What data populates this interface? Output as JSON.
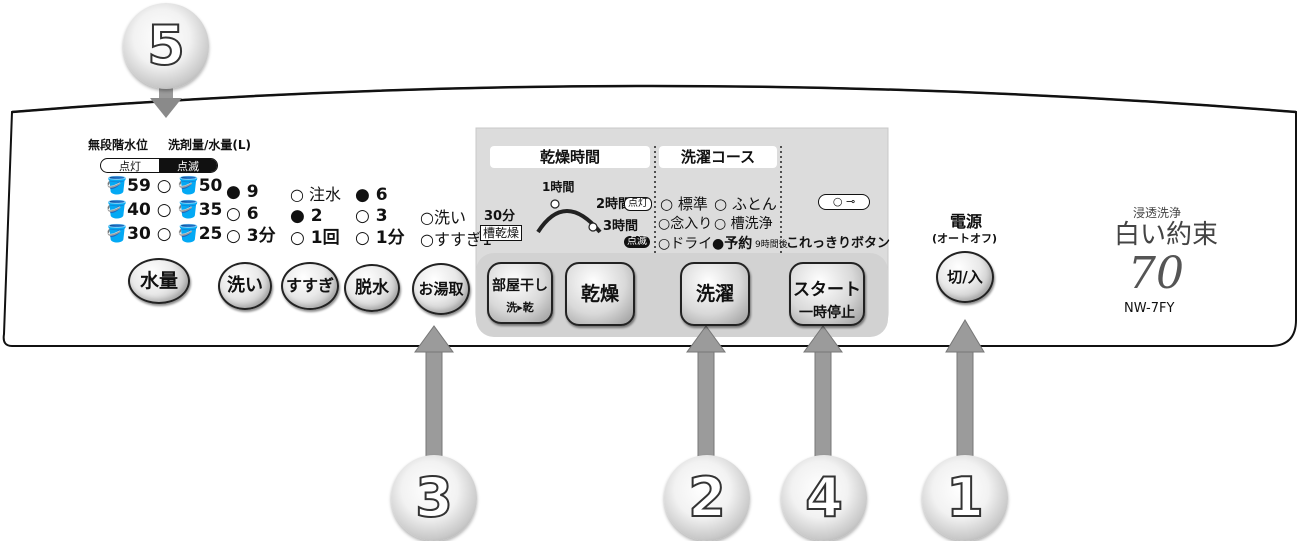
{
  "panel": {
    "water_level_mode": "無段階水位",
    "detergent_water": "洗剤量/水量(L)",
    "lamp_on": "点灯",
    "lamp_blink": "点滅",
    "water_levels": [
      "59",
      "50",
      "40",
      "35",
      "30",
      "25"
    ],
    "wash_options": [
      "9",
      "6",
      "3分"
    ],
    "rinse_options": [
      "注水",
      "2",
      "1回"
    ],
    "spin_options": [
      "6",
      "3",
      "1分"
    ],
    "hot_water_options": [
      "○洗い",
      "○すすぎ1"
    ]
  },
  "buttons": {
    "water_amount": "水量",
    "wash": "洗い",
    "rinse": "すすぎ",
    "spin": "脱水",
    "hot_water": "お湯取",
    "room_dry_line1": "部屋干し",
    "room_dry_line2": "洗▸乾",
    "dry": "乾燥",
    "wash_course": "洗濯",
    "start_line1": "スタート",
    "start_line2": "一時停止",
    "power": "切/入"
  },
  "dry_time": {
    "header": "乾燥時間",
    "t30": "30分",
    "tub_dry": "槽乾燥",
    "t1": "1時間",
    "t2": "2時間",
    "t2_badge": "点灯",
    "t3": "3時間",
    "t3_badge": "点滅"
  },
  "course": {
    "header": "洗濯コース",
    "items": [
      "○ 標準",
      "○ ふとん",
      "○念入り",
      "○ 槽洗浄",
      "○ドライ",
      "●予約",
      "9時間後"
    ]
  },
  "lock": {
    "label": "これっきりボタン"
  },
  "power": {
    "label": "電源",
    "sub": "(オートオフ)"
  },
  "brand": {
    "sub": "浸透洗浄",
    "name": "白い約束",
    "num": "70",
    "model": "NW-7FY"
  },
  "callouts": [
    "5",
    "3",
    "2",
    "4",
    "1"
  ]
}
